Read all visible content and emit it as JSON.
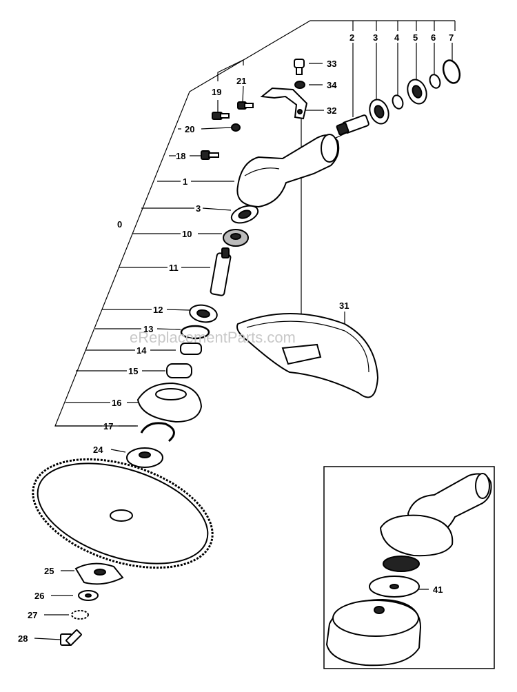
{
  "watermark": "eReplacementParts.com",
  "callouts": {
    "c0": "0",
    "c1": "1",
    "c2": "2",
    "c3a": "3",
    "c3b": "3",
    "c4": "4",
    "c5": "5",
    "c6": "6",
    "c7": "7",
    "c10": "10",
    "c11": "11",
    "c12": "12",
    "c13": "13",
    "c14": "14",
    "c15": "15",
    "c16": "16",
    "c17": "17",
    "c18": "18",
    "c19": "19",
    "c20": "20",
    "c21": "21",
    "c24": "24",
    "c25": "25",
    "c26": "26",
    "c27": "27",
    "c28": "28",
    "c31": "31",
    "c32": "32",
    "c33": "33",
    "c34": "34",
    "c41": "41"
  }
}
